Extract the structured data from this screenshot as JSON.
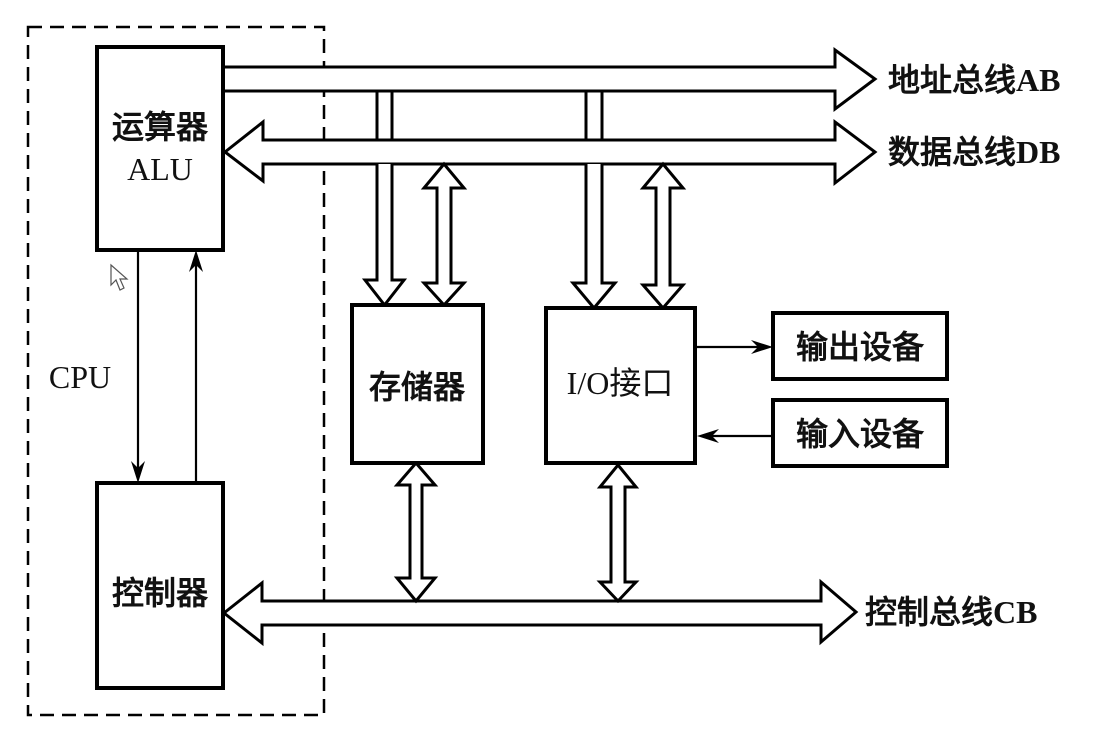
{
  "diagram": {
    "cpu_group": {
      "label": "CPU"
    },
    "components": {
      "alu": {
        "label_cn": "运算器",
        "label_en": "ALU"
      },
      "controller": {
        "label": "控制器"
      },
      "memory": {
        "label": "存储器"
      },
      "io_interface": {
        "label": "I/O接口"
      },
      "output_device": {
        "label": "输出设备"
      },
      "input_device": {
        "label": "输入设备"
      }
    },
    "buses": {
      "address": {
        "label": "地址总线AB",
        "direction": "one-way (out from CPU)"
      },
      "data": {
        "label": "数据总线DB",
        "direction": "two-way"
      },
      "control": {
        "label": "控制总线CB",
        "direction": "two-way"
      }
    },
    "connections": [
      {
        "from": "运算器",
        "to": "地址总线AB",
        "type": "one-way"
      },
      {
        "from": "数据总线DB",
        "to": "运算器",
        "type": "two-way bus end"
      },
      {
        "from": "运算器",
        "to": "控制器",
        "type": "one-way"
      },
      {
        "from": "控制器",
        "to": "运算器",
        "type": "one-way"
      },
      {
        "from": "地址总线AB",
        "to": "存储器",
        "type": "one-way"
      },
      {
        "from": "数据总线DB",
        "to": "存储器",
        "type": "two-way"
      },
      {
        "from": "地址总线AB",
        "to": "I/O接口",
        "type": "one-way"
      },
      {
        "from": "数据总线DB",
        "to": "I/O接口",
        "type": "two-way"
      },
      {
        "from": "存储器",
        "to": "控制总线CB",
        "type": "two-way"
      },
      {
        "from": "I/O接口",
        "to": "控制总线CB",
        "type": "two-way"
      },
      {
        "from": "I/O接口",
        "to": "输出设备",
        "type": "one-way"
      },
      {
        "from": "输入设备",
        "to": "I/O接口",
        "type": "one-way"
      },
      {
        "from": "控制总线CB",
        "to": "控制器",
        "type": "two-way bus end"
      }
    ],
    "icons": {
      "cursor": "mouse-pointer-icon"
    },
    "colors": {
      "stroke": "#000000",
      "background": "#ffffff"
    }
  }
}
